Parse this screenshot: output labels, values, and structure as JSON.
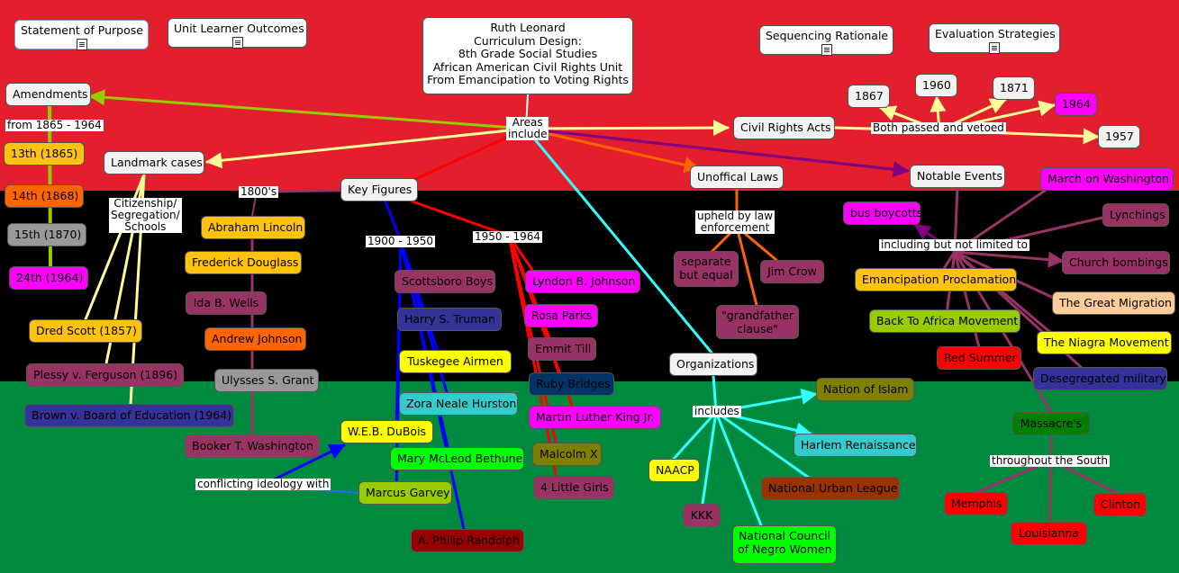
{
  "title_lines": [
    "Ruth Leonard",
    "Curriculum Design:",
    "8th Grade Social Studies",
    "African American Civil Rights Unit",
    "From Emancipation to Voting Rights"
  ],
  "doc_nodes": [
    {
      "key": "purpose",
      "label": "Statement of Purpose"
    },
    {
      "key": "outcomes",
      "label": "Unit Learner Outcomes"
    },
    {
      "key": "sequencing",
      "label": "Sequencing Rationale"
    },
    {
      "key": "evaluation",
      "label": "Evaluation Strategies"
    }
  ],
  "nodes": [
    {
      "id": "amendments",
      "label": "Amendments",
      "bg": "#f2f2f2",
      "fg": "#000000"
    },
    {
      "id": "a13",
      "label": "13th (1865)",
      "bg": "#ffc20e",
      "fg": "#000000"
    },
    {
      "id": "a14",
      "label": "14th (1868)",
      "bg": "#ff6600",
      "fg": "#000000"
    },
    {
      "id": "a15",
      "label": "15th (1870)",
      "bg": "#999999",
      "fg": "#000000"
    },
    {
      "id": "a24",
      "label": "24th (1964)",
      "bg": "#ff00ff",
      "fg": "#000000"
    },
    {
      "id": "landmark",
      "label": "Landmark cases",
      "bg": "#f2f2f2",
      "fg": "#000000"
    },
    {
      "id": "dred",
      "label": "Dred Scott (1857)",
      "bg": "#ffc20e",
      "fg": "#000000"
    },
    {
      "id": "plessy",
      "label": "Plessy v. Ferguson (1896)",
      "bg": "#993366",
      "fg": "#000000"
    },
    {
      "id": "brown",
      "label": "Brown v. Board of Education (1964)",
      "bg": "#333399",
      "fg": "#000000"
    },
    {
      "id": "keyfig",
      "label": "Key Figures",
      "bg": "#f2f2f2",
      "fg": "#000000"
    },
    {
      "id": "lincoln",
      "label": "Abraham Lincoln",
      "bg": "#ffc20e",
      "fg": "#000000"
    },
    {
      "id": "douglass",
      "label": "Frederick Douglass",
      "bg": "#ffc20e",
      "fg": "#000000"
    },
    {
      "id": "wells",
      "label": "Ida B. Wells",
      "bg": "#993366",
      "fg": "#000000"
    },
    {
      "id": "ajohnson",
      "label": "Andrew Johnson",
      "bg": "#ff6600",
      "fg": "#000000"
    },
    {
      "id": "grant",
      "label": "Ulysses S. Grant",
      "bg": "#999999",
      "fg": "#000000"
    },
    {
      "id": "washington",
      "label": "Booker T. Washington",
      "bg": "#993366",
      "fg": "#000000"
    },
    {
      "id": "scottsboro",
      "label": "Scottsboro Boys",
      "bg": "#993366",
      "fg": "#000000"
    },
    {
      "id": "truman",
      "label": "Harry S. Truman",
      "bg": "#333399",
      "fg": "#000000"
    },
    {
      "id": "tuskegee",
      "label": "Tuskegee Airmen",
      "bg": "#ffff00",
      "fg": "#000000"
    },
    {
      "id": "hurston",
      "label": "Zora Neale Hurston",
      "bg": "#33cccc",
      "fg": "#000000"
    },
    {
      "id": "dubois",
      "label": "W.E.B. DuBois",
      "bg": "#ffff00",
      "fg": "#000000"
    },
    {
      "id": "bethune",
      "label": "Mary McLeod Bethune",
      "bg": "#00ff00",
      "fg": "#000000"
    },
    {
      "id": "garvey",
      "label": "Marcus Garvey",
      "bg": "#99cc00",
      "fg": "#000000"
    },
    {
      "id": "randolph",
      "label": "A. Philip Randolph",
      "bg": "#990000",
      "fg": "#000000"
    },
    {
      "id": "lbj",
      "label": "Lyndon B. Johnson",
      "bg": "#ff00ff",
      "fg": "#000000"
    },
    {
      "id": "parks",
      "label": "Rosa Parks",
      "bg": "#ff00ff",
      "fg": "#000000"
    },
    {
      "id": "till",
      "label": "Emmit Till",
      "bg": "#993366",
      "fg": "#000000"
    },
    {
      "id": "bridges",
      "label": "Ruby Bridges",
      "bg": "#003366",
      "fg": "#000000"
    },
    {
      "id": "mlk",
      "label": "Martin Luther King Jr.",
      "bg": "#ff00ff",
      "fg": "#000000"
    },
    {
      "id": "malcolm",
      "label": "Malcolm X",
      "bg": "#808000",
      "fg": "#000000"
    },
    {
      "id": "girls",
      "label": "4 Little Girls",
      "bg": "#993366",
      "fg": "#000000"
    },
    {
      "id": "unofficial",
      "label": "Unoffical Laws",
      "bg": "#f2f2f2",
      "fg": "#000000"
    },
    {
      "id": "separate",
      "label": "separate\nbut equal",
      "bg": "#993366",
      "fg": "#000000"
    },
    {
      "id": "jimcrow",
      "label": "Jim Crow",
      "bg": "#993366",
      "fg": "#000000"
    },
    {
      "id": "grandfather",
      "label": "\"grandfather\nclause\"",
      "bg": "#993366",
      "fg": "#000000"
    },
    {
      "id": "organizations",
      "label": "Organizations",
      "bg": "#f2f2f2",
      "fg": "#000000"
    },
    {
      "id": "naacp",
      "label": "NAACP",
      "bg": "#ffff00",
      "fg": "#000000"
    },
    {
      "id": "kkk",
      "label": "KKK",
      "bg": "#993366",
      "fg": "#000000"
    },
    {
      "id": "council",
      "label": "National Council\nof Negro Women",
      "bg": "#00ff00",
      "fg": "#000000"
    },
    {
      "id": "urban",
      "label": "National Urban League",
      "bg": "#993300",
      "fg": "#000000"
    },
    {
      "id": "harlem",
      "label": "Harlem Renaissance",
      "bg": "#33cccc",
      "fg": "#000000"
    },
    {
      "id": "islam",
      "label": "Nation of Islam",
      "bg": "#808000",
      "fg": "#000000"
    },
    {
      "id": "civilacts",
      "label": "Civil Rights Acts",
      "bg": "#f2f2f2",
      "fg": "#000000"
    },
    {
      "id": "y1867",
      "label": "1867",
      "bg": "#f2f2f2",
      "fg": "#000000"
    },
    {
      "id": "y1960",
      "label": "1960",
      "bg": "#f2f2f2",
      "fg": "#000000"
    },
    {
      "id": "y1871",
      "label": "1871",
      "bg": "#f2f2f2",
      "fg": "#000000"
    },
    {
      "id": "y1964",
      "label": "1964",
      "bg": "#ff00ff",
      "fg": "#000000"
    },
    {
      "id": "y1957",
      "label": "1957",
      "bg": "#f2f2f2",
      "fg": "#000000"
    },
    {
      "id": "notable",
      "label": "Notable Events",
      "bg": "#f2f2f2",
      "fg": "#000000"
    },
    {
      "id": "boycotts",
      "label": "bus boycotts",
      "bg": "#ff00ff",
      "fg": "#000000"
    },
    {
      "id": "march",
      "label": "March on Washington",
      "bg": "#ff00ff",
      "fg": "#000000"
    },
    {
      "id": "lynchings",
      "label": "Lynchings",
      "bg": "#993366",
      "fg": "#000000"
    },
    {
      "id": "church",
      "label": "Church bombings",
      "bg": "#993366",
      "fg": "#000000"
    },
    {
      "id": "emancipation",
      "label": "Emancipation Proclamation",
      "bg": "#ffc20e",
      "fg": "#000000"
    },
    {
      "id": "migration",
      "label": "The Great Migration",
      "bg": "#ffcc99",
      "fg": "#000000"
    },
    {
      "id": "africa",
      "label": "Back To Africa Movement",
      "bg": "#99cc00",
      "fg": "#000000"
    },
    {
      "id": "niagra",
      "label": "The Niagra Movement",
      "bg": "#ffff00",
      "fg": "#000000"
    },
    {
      "id": "redsummer",
      "label": "Red Summer",
      "bg": "#ff0000",
      "fg": "#000000"
    },
    {
      "id": "desegregated",
      "label": "Desegregated military",
      "bg": "#333399",
      "fg": "#000000"
    },
    {
      "id": "massacres",
      "label": "Massacre's",
      "bg": "#008000",
      "fg": "#000000"
    },
    {
      "id": "memphis",
      "label": "Memphis",
      "bg": "#ff0000",
      "fg": "#000000"
    },
    {
      "id": "louisianna",
      "label": "Louisianna",
      "bg": "#ff0000",
      "fg": "#000000"
    },
    {
      "id": "clinton",
      "label": "Clinton",
      "bg": "#ff0000",
      "fg": "#000000"
    }
  ],
  "link_labels": [
    {
      "id": "areas",
      "label": "Areas\ninclude"
    },
    {
      "id": "from",
      "label": "from 1865 - 1964"
    },
    {
      "id": "citizenship",
      "label": "Citizenship/\nSegregation/\nSchools"
    },
    {
      "id": "c1800",
      "label": "1800's"
    },
    {
      "id": "c1900",
      "label": "1900 - 1950"
    },
    {
      "id": "c1950",
      "label": "1950 - 1964"
    },
    {
      "id": "conflicting",
      "label": "conflicting ideology with"
    },
    {
      "id": "upheld",
      "label": "upheld by law\nenforcement"
    },
    {
      "id": "includes",
      "label": "includes"
    },
    {
      "id": "vetoed",
      "label": "Both passed and vetoed"
    },
    {
      "id": "including",
      "label": "including but not limited to"
    },
    {
      "id": "throughout",
      "label": "throughout the South"
    }
  ]
}
